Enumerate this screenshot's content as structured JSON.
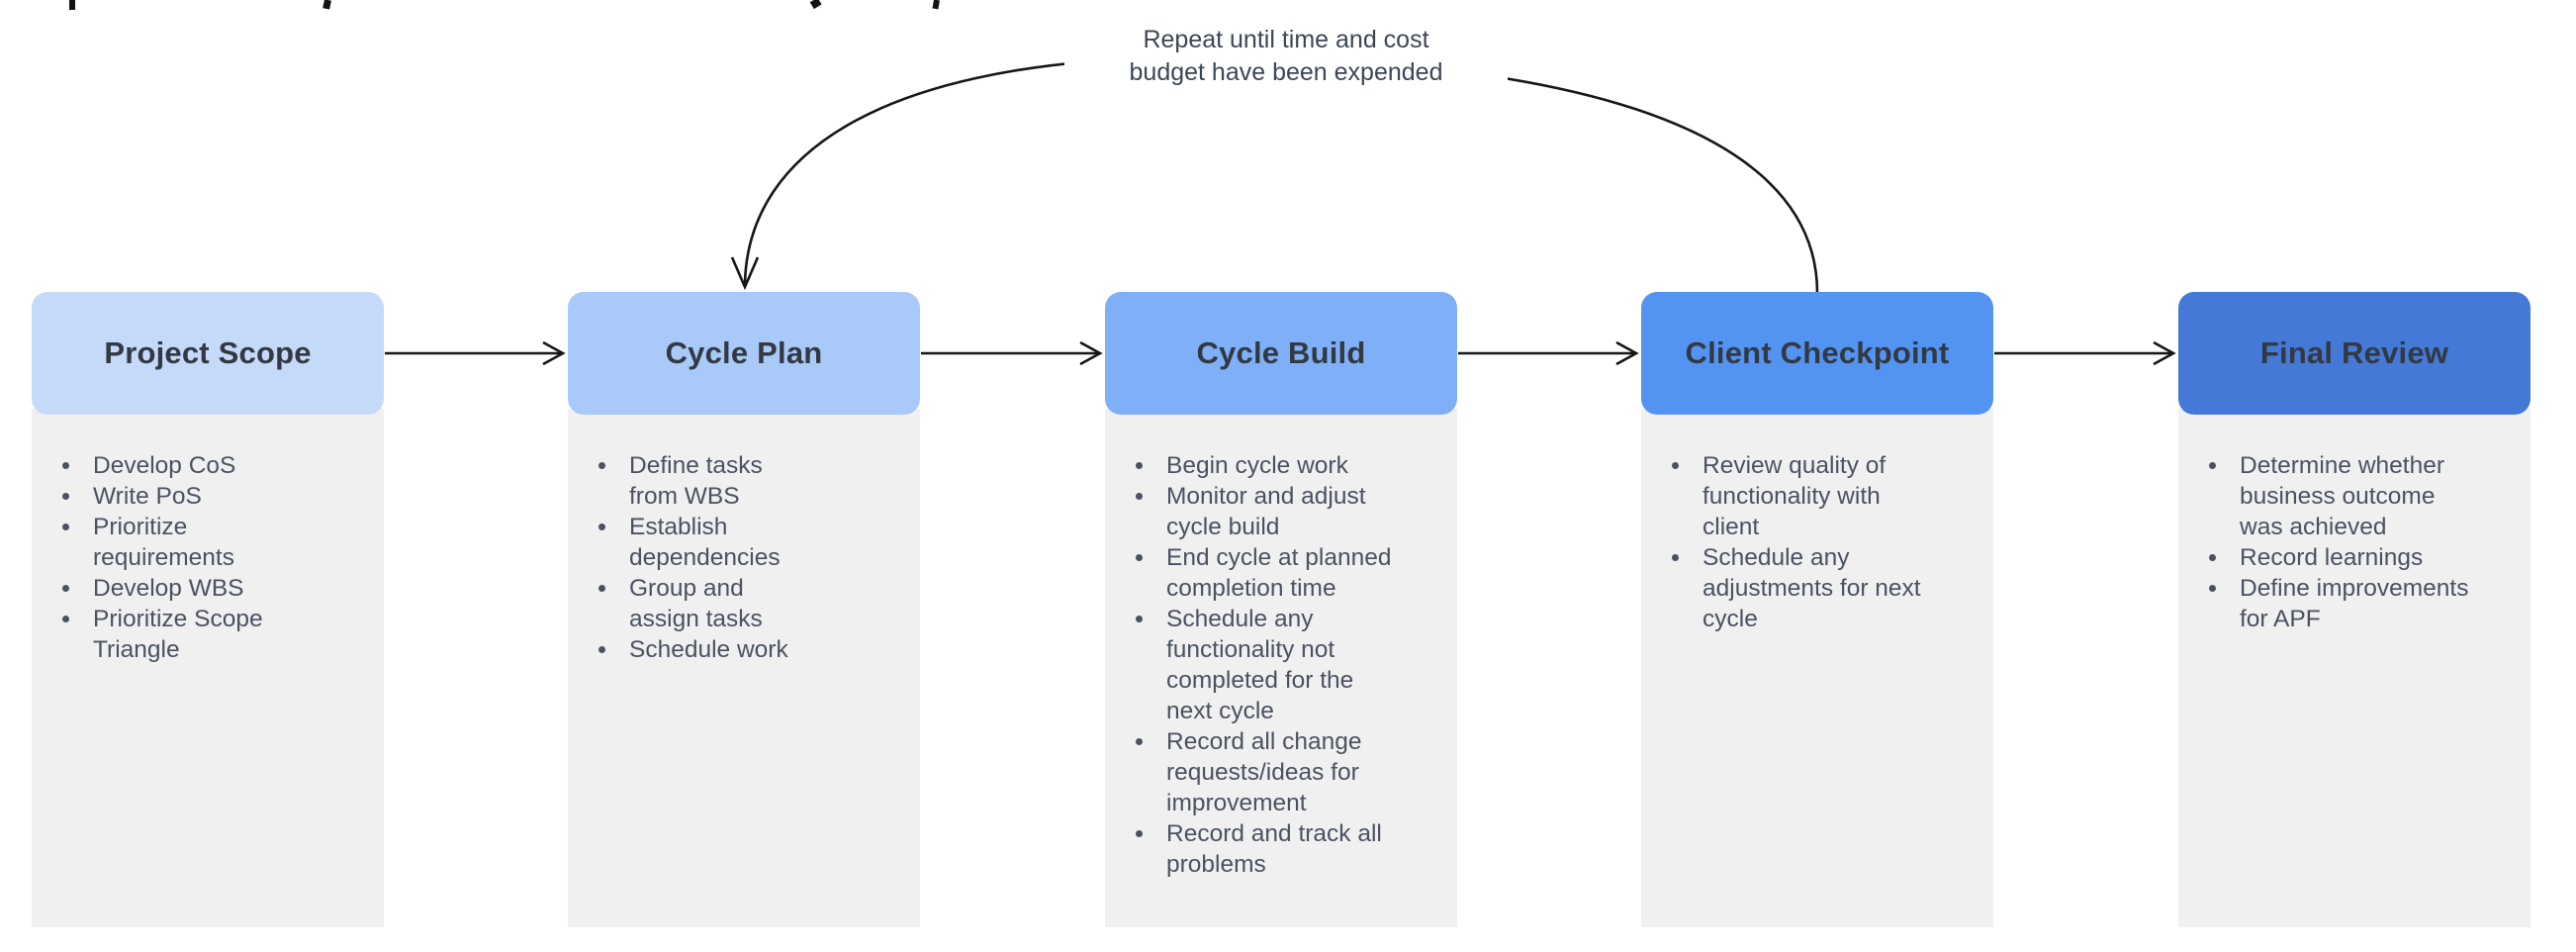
{
  "annotation": {
    "repeat_label": "Repeat until time and cost\nbudget have been expended"
  },
  "stages": [
    {
      "title": "Project Scope",
      "header_color": "#C5D9F9",
      "items": [
        "Develop CoS",
        "Write PoS",
        "Prioritize\nrequirements",
        "Develop WBS",
        "Prioritize Scope\nTriangle"
      ]
    },
    {
      "title": "Cycle Plan",
      "header_color": "#A9C9F8",
      "items": [
        "Define tasks\nfrom WBS",
        "Establish\ndependencies",
        "Group and\nassign tasks",
        "Schedule work"
      ]
    },
    {
      "title": "Cycle Build",
      "header_color": "#7FAFF6",
      "items": [
        "Begin cycle work",
        "Monitor and adjust\ncycle build",
        "End cycle at planned\ncompletion time",
        "Schedule any\nfunctionality not\ncompleted for the\nnext cycle",
        "Record all change\nrequests/ideas for\nimprovement",
        "Record and track all\nproblems"
      ]
    },
    {
      "title": "Client Checkpoint",
      "header_color": "#5394F2",
      "items": [
        "Review quality of\nfunctionality with\nclient",
        "Schedule any\nadjustments for next\ncycle"
      ]
    },
    {
      "title": "Final Review",
      "header_color": "#4479D7",
      "items": [
        "Determine whether\nbusiness outcome\nwas achieved",
        "Record learnings",
        "Define improvements\nfor APF"
      ]
    }
  ],
  "colors": {
    "canvas_bg": "#FFFFFF",
    "body_bg": "#F0F0F1",
    "bullet_text": "#4A5260",
    "title_text": "#323943",
    "label_text": "#3C4754",
    "arrow": "#161616"
  }
}
